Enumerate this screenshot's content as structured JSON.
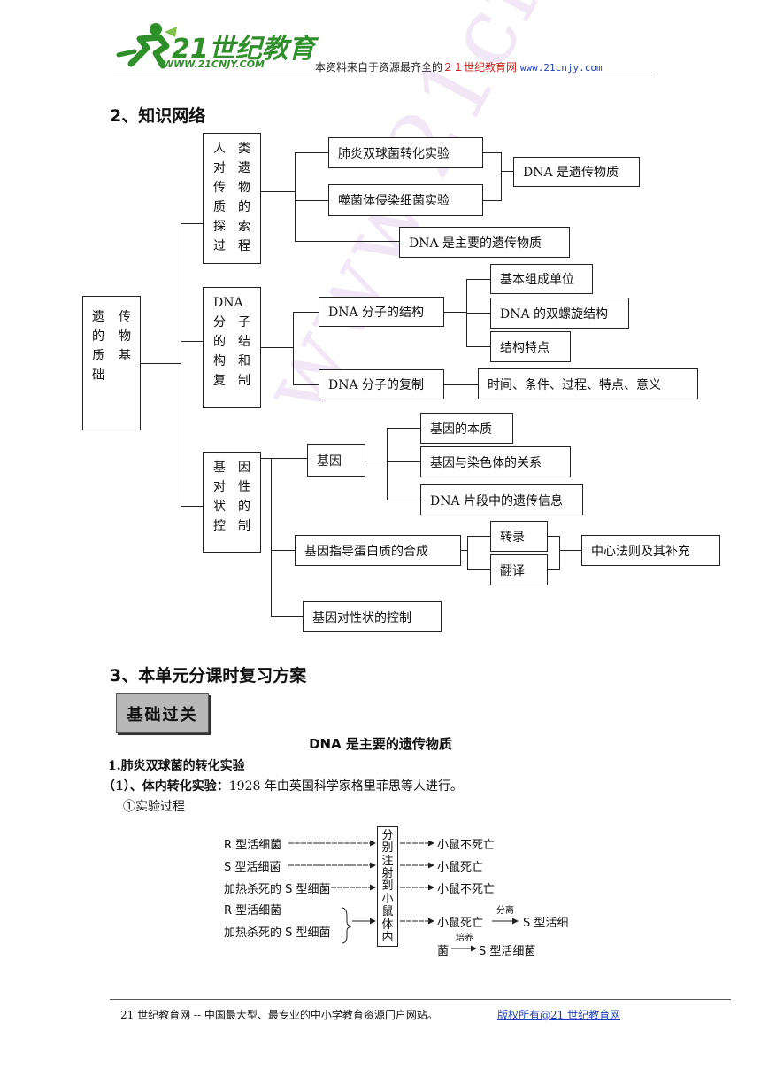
{
  "header": {
    "logo_text": "21世纪教育",
    "logo_url": "WWW.21CNJY.COM",
    "source_prefix": "本资料来自于资源最齐全的",
    "source_name": "２１世纪教育网",
    "source_url": "www.21cnjy.com"
  },
  "section2": {
    "title": "2、知识网络"
  },
  "map": {
    "root": [
      "遗",
      "传",
      "的",
      "物",
      "质",
      "基",
      "础"
    ],
    "branch1": [
      "人",
      "类",
      "对",
      "遗",
      "传",
      "物",
      "质",
      "的",
      "探",
      "索",
      "过",
      "程"
    ],
    "b1_exp1": "肺炎双球菌转化实验",
    "b1_exp2": "噬菌体侵染细菌实验",
    "b1_conc": "DNA 是遗传物质",
    "b1_main": "DNA 是主要的遗传物质",
    "branch2_line1": "DNA",
    "branch2": [
      "分",
      "子",
      "的",
      "结",
      "构",
      "和",
      "复",
      "制"
    ],
    "b2_structure": "DNA 分子的结构",
    "b2_unit": "基本组成单位",
    "b2_helix": "DNA 的双螺旋结构",
    "b2_feature": "结构特点",
    "b2_replication": "DNA 分子的复制",
    "b2_rep_detail": "时间、条件、过程、特点、意义",
    "branch3": [
      "基",
      "因",
      "对",
      "性",
      "状",
      "的",
      "控",
      "制"
    ],
    "b3_gene": "基因",
    "b3_essence": "基因的本质",
    "b3_chrom": "基因与染色体的关系",
    "b3_info": "DNA 片段中的遗传信息",
    "b3_protein": "基因指导蛋白质的合成",
    "b3_transcription": "转录",
    "b3_translation": "翻译",
    "b3_dogma": "中心法则及其补充",
    "b3_control": "基因对性状的控制"
  },
  "watermark": "www.21cnjy.com",
  "section3": {
    "title": "3、本单元分课时复习方案",
    "badge": "基础过关",
    "subtitle": "DNA 是主要的遗传物质",
    "item1": "1.肺炎双球菌的转化实验",
    "item1_1_label": "（1）、体内转化实验：",
    "item1_1_text": "1928 年由英国科学家格里菲思等人进行。",
    "item1_1_sub": "①实验过程"
  },
  "figure": {
    "rows": [
      "R 型活细菌",
      "S 型活细菌",
      "加热杀死的 S 型细菌",
      "R 型活细菌",
      "加热杀死的 S 型细菌"
    ],
    "middle": [
      "分",
      "别",
      "注",
      "射",
      "到",
      "小",
      "鼠",
      "体",
      "内"
    ],
    "results": [
      "小鼠不死亡",
      "小鼠死亡",
      "小鼠不死亡",
      "小鼠死亡"
    ],
    "separate_label": "分离",
    "separate_result": "S 型活细",
    "culture_prefix": "菌",
    "culture_label": "培养",
    "culture_result": "S 型活细菌"
  },
  "footer": {
    "text": "21 世纪教育网 -- 中国最大型、最专业的中小学教育资源门户网站。",
    "copyright": "版权所有@21 世纪教育网"
  }
}
